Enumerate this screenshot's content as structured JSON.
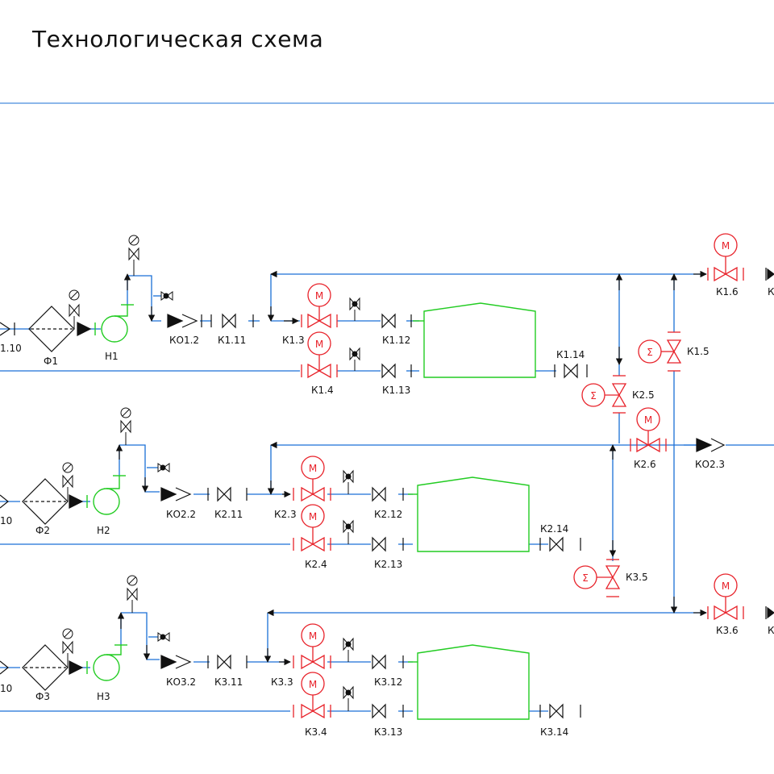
{
  "title": "Технологическая схема",
  "colors": {
    "pipe": "#1a6fd6",
    "valve": "#111111",
    "motor_valve": "#e8222a",
    "equipment": "#22cc22"
  },
  "labels": {
    "k1_10": "1.10",
    "f1": "Ф1",
    "h1": "Н1",
    "ko1_2": "КО1.2",
    "k1_11": "К1.11",
    "k1_3": "К1.3",
    "k1_4": "К1.4",
    "k1_12": "К1.12",
    "k1_13": "К1.13",
    "k1_14": "К1.14",
    "k1_5": "К1.5",
    "k1_6": "К1.6",
    "k1_6_cut": "К",
    "k2_10": "10",
    "f2": "Ф2",
    "h2": "Н2",
    "ko2_2": "КО2.2",
    "k2_11": "К2.11",
    "k2_3": "К2.3",
    "k2_4": "К2.4",
    "k2_12": "К2.12",
    "k2_13": "К2.13",
    "k2_14": "К2.14",
    "k2_5": "К2.5",
    "k2_6": "К2.6",
    "ko2_3": "КО2.3",
    "k3_10": "10",
    "f3": "Ф3",
    "h3": "Н3",
    "ko3_2": "КО3.2",
    "k3_11": "К3.11",
    "k3_3": "К3.3",
    "k3_4": "К3.4",
    "k3_12": "К3.12",
    "k3_13": "К3.13",
    "k3_14": "К3.14",
    "k3_5": "К3.5",
    "k3_6": "К3.6",
    "k3_6_cut": "К"
  },
  "motor_letter": "М",
  "electric_symbol": "Σ"
}
